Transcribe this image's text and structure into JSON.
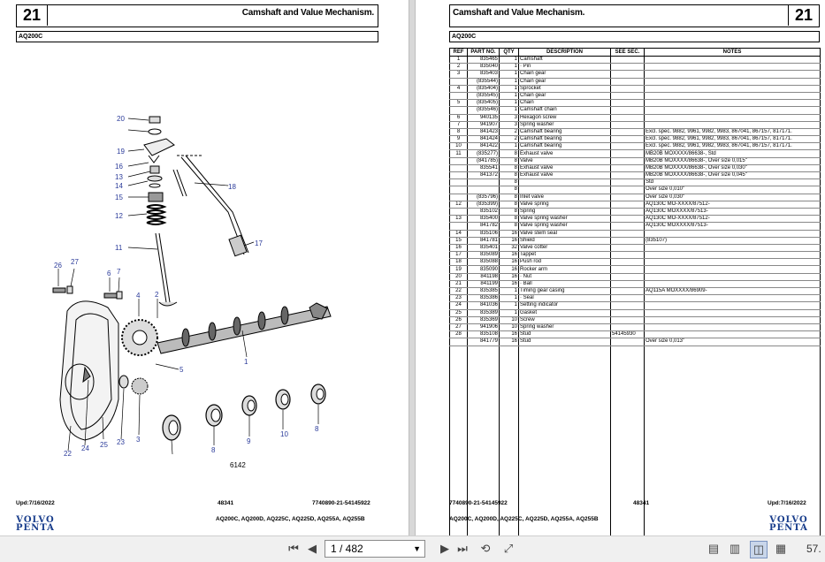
{
  "left_page": {
    "section_number": "21",
    "section_title": "Camshaft and Value Mechanism.",
    "model_box": "AQ200C",
    "figure_number": "6142",
    "callouts": [
      "20",
      "19",
      "16",
      "13",
      "14",
      "15",
      "12",
      "11",
      "18",
      "17",
      "26",
      "27",
      "6",
      "7",
      "4",
      "2",
      "1",
      "5",
      "3",
      "23",
      "25",
      "24",
      "22",
      "8",
      "9",
      "10"
    ],
    "footer_date": "Upd:7/16/2022",
    "footer_code": "48341",
    "footer_ref": "7740890-21-54145922",
    "models_line": "AQ200C, AQ200D, AQ225C, AQ225D, AQ255A, AQ255B",
    "logo_line1": "VOLVO",
    "logo_line2": "PENTA"
  },
  "right_page": {
    "section_number": "21",
    "section_title": "Camshaft and Value Mechanism.",
    "model_box": "AQ200C",
    "table_headers": {
      "ref": "REF",
      "part_no": "PART NO.",
      "qty": "QTY",
      "description": "DESCRIPTION",
      "see_sec": "SEE SEC.",
      "notes": "NOTES"
    },
    "rows": [
      {
        "ref": "1",
        "part": "835465",
        "qty": "1",
        "desc": "Camshaft",
        "see": "",
        "notes": ""
      },
      {
        "ref": "2",
        "part": "835040",
        "qty": "1",
        "desc": "· Pin",
        "see": "",
        "notes": ""
      },
      {
        "ref": "3",
        "part": "835403",
        "qty": "1",
        "desc": "Chain gear",
        "see": "",
        "notes": ""
      },
      {
        "ref": "",
        "part": "(835544)",
        "qty": "1",
        "desc": "Chain gear",
        "see": "",
        "notes": ""
      },
      {
        "ref": "4",
        "part": "(835404)",
        "qty": "1",
        "desc": "Sprocket",
        "see": "",
        "notes": ""
      },
      {
        "ref": "",
        "part": "(835545)",
        "qty": "1",
        "desc": "Chain gear",
        "see": "",
        "notes": ""
      },
      {
        "ref": "5",
        "part": "(835405)",
        "qty": "1",
        "desc": "Chain",
        "see": "",
        "notes": ""
      },
      {
        "ref": "",
        "part": "(835546)",
        "qty": "1",
        "desc": "Camshaft chain",
        "see": "",
        "notes": ""
      },
      {
        "ref": "6",
        "part": "940135",
        "qty": "3",
        "desc": "Hexagon screw",
        "see": "",
        "notes": ""
      },
      {
        "ref": "7",
        "part": "941907",
        "qty": "3",
        "desc": "Spring washer",
        "see": "",
        "notes": ""
      },
      {
        "ref": "8",
        "part": "841423",
        "qty": "2",
        "desc": "Camshaft bearing",
        "see": "",
        "notes": "Excl. spec. 9882, 9961, 9982, 9983, 867041, 867157, 817171."
      },
      {
        "ref": "9",
        "part": "841424",
        "qty": "2",
        "desc": "Camshaft bearing",
        "see": "",
        "notes": "Excl. spec. 9882, 9961, 9982, 9983, 867041, 867157, 817171."
      },
      {
        "ref": "10",
        "part": "841422",
        "qty": "1",
        "desc": "Camshaft bearing",
        "see": "",
        "notes": "Excl. spec. 9882, 9961, 9982, 9983, 867041, 867157, 817171."
      },
      {
        "ref": "11",
        "part": "(835277)",
        "qty": "8",
        "desc": "Exhaust valve",
        "see": "",
        "notes": "MB20B MOXXXX/86638-, Std"
      },
      {
        "ref": "",
        "part": "(841785)",
        "qty": "8",
        "desc": "Valve",
        "see": "",
        "notes": "MB20B MOXXXX/86638-, Over size 0,015\""
      },
      {
        "ref": "",
        "part": "835541",
        "qty": "8",
        "desc": "Exhaust valve",
        "see": "",
        "notes": "MB20B MOXXXX/86638-, Over size 0,030\""
      },
      {
        "ref": "",
        "part": "841372",
        "qty": "8",
        "desc": "Exhaust valve",
        "see": "",
        "notes": "MB20B MOXXXX/86638-, Over size 0,045\""
      },
      {
        "ref": "",
        "part": "",
        "qty": "8",
        "desc": "",
        "see": "",
        "notes": "Std"
      },
      {
        "ref": "",
        "part": "",
        "qty": "8",
        "desc": "",
        "see": "",
        "notes": "Over size 0,010\""
      },
      {
        "ref": "",
        "part": "(835796)",
        "qty": "8",
        "desc": "Inlet valve",
        "see": "",
        "notes": "Over size 0,030\""
      },
      {
        "ref": "12",
        "part": "(835399)",
        "qty": "8",
        "desc": "Valve spring",
        "see": "",
        "notes": "AQ130C MO-XXXX/87512-"
      },
      {
        "ref": "",
        "part": "835102",
        "qty": "8",
        "desc": "Spring",
        "see": "",
        "notes": "AQ130C MOXXXX/87513-"
      },
      {
        "ref": "13",
        "part": "835400",
        "qty": "8",
        "desc": "Valve spring washer",
        "see": "",
        "notes": "AQ130C MO-XXXX/87512-"
      },
      {
        "ref": "",
        "part": "841782",
        "qty": "8",
        "desc": "Valve spring washer",
        "see": "",
        "notes": "AQ130C MOXXXX/87513-"
      },
      {
        "ref": "14",
        "part": "835106",
        "qty": "16",
        "desc": "Valve stem seal",
        "see": "",
        "notes": ""
      },
      {
        "ref": "15",
        "part": "841781",
        "qty": "16",
        "desc": "Shield",
        "see": "",
        "notes": "(835107)"
      },
      {
        "ref": "16",
        "part": "835401",
        "qty": "32",
        "desc": "Valve cotter",
        "see": "",
        "notes": ""
      },
      {
        "ref": "17",
        "part": "835089",
        "qty": "16",
        "desc": "Tappet",
        "see": "",
        "notes": ""
      },
      {
        "ref": "18",
        "part": "835088",
        "qty": "16",
        "desc": "Push rod",
        "see": "",
        "notes": ""
      },
      {
        "ref": "19",
        "part": "835090",
        "qty": "16",
        "desc": "Rocker arm",
        "see": "",
        "notes": ""
      },
      {
        "ref": "20",
        "part": "841198",
        "qty": "16",
        "desc": "· Nut",
        "see": "",
        "notes": ""
      },
      {
        "ref": "21",
        "part": "841199",
        "qty": "16",
        "desc": "· Ball",
        "see": "",
        "notes": ""
      },
      {
        "ref": "22",
        "part": "835385",
        "qty": "1",
        "desc": "Timing gear casing",
        "see": "",
        "notes": "AQ115A MOXXXX/86909-"
      },
      {
        "ref": "23",
        "part": "835386",
        "qty": "1",
        "desc": "· Seal",
        "see": "",
        "notes": ""
      },
      {
        "ref": "24",
        "part": "841036",
        "qty": "1",
        "desc": "Setting indicator",
        "see": "",
        "notes": ""
      },
      {
        "ref": "25",
        "part": "835389",
        "qty": "1",
        "desc": "Gasket",
        "see": "",
        "notes": ""
      },
      {
        "ref": "26",
        "part": "835369",
        "qty": "10",
        "desc": "Screw",
        "see": "",
        "notes": ""
      },
      {
        "ref": "27",
        "part": "941906",
        "qty": "10",
        "desc": "Spring washer",
        "see": "",
        "notes": ""
      },
      {
        "ref": "28",
        "part": "835108",
        "qty": "16",
        "desc": "Stud",
        "see": "54145930",
        "notes": ""
      },
      {
        "ref": "",
        "part": "841779",
        "qty": "16",
        "desc": "Stud",
        "see": "",
        "notes": "Over size 0,013\""
      }
    ],
    "footer_ref": "7740890-21-54145922",
    "footer_code": "48341",
    "footer_date": "Upd:7/16/2022",
    "models_line": "AQ200C, AQ200D, AQ225C, AQ225D, AQ255A, AQ255B",
    "logo_line1": "VOLVO",
    "logo_line2": "PENTA"
  },
  "toolbar": {
    "page_indicator": "1 / 482",
    "zoom": "57.",
    "icons": [
      "first-page-icon",
      "prev-page-icon",
      "next-page-icon",
      "last-page-icon",
      "rotate-icon",
      "fit-icon",
      "single-page-icon",
      "double-page-icon",
      "facing-pages-icon",
      "continuous-icon"
    ]
  },
  "colors": {
    "callout_blue": "#2b3b9a",
    "logo_blue": "#1a3e8c",
    "toolbar_bg": "#f0f0f0"
  }
}
